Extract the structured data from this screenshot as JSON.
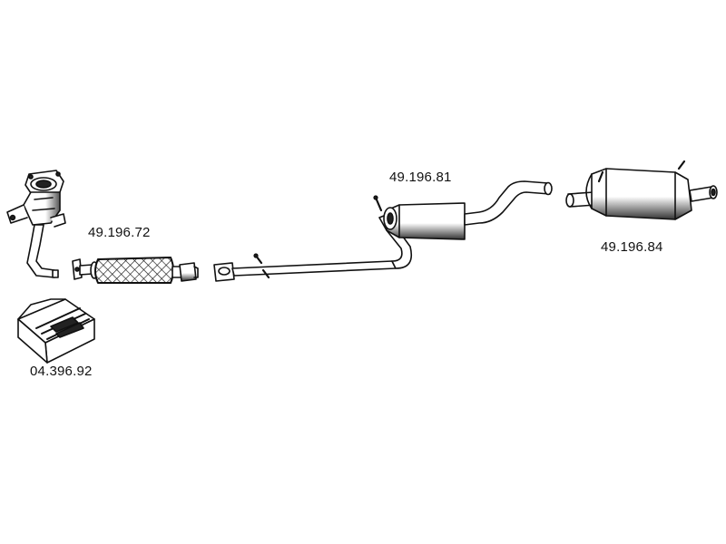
{
  "parts": {
    "mounting_kit": {
      "number": "04.396.92"
    },
    "front_silencer": {
      "number": "49.196.72"
    },
    "middle_silencer": {
      "number": "49.196.81"
    },
    "rear_silencer": {
      "number": "49.196.84"
    }
  },
  "colors": {
    "line": "#111111",
    "fill": "#ffffff",
    "shade": "#555555"
  }
}
